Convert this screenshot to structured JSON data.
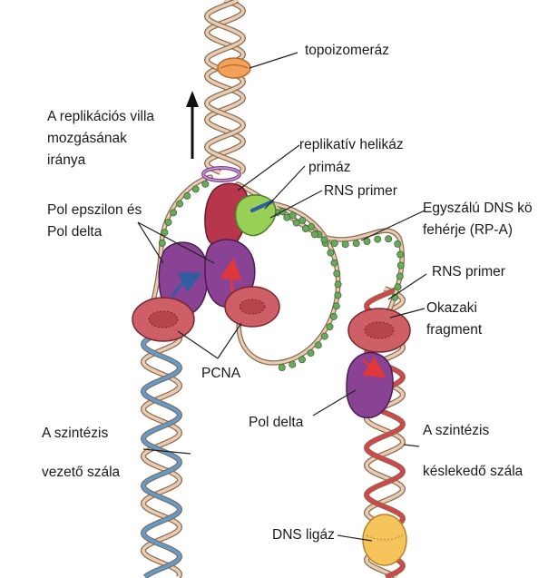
{
  "colors": {
    "backbone_tan": "#e7cdb4",
    "backbone_dark": "#8c6a4f",
    "leading_blue": "#5b9ed6",
    "lagging_red": "#d9434b",
    "pcna": "#cf5f67",
    "polymerase": "#8a4294",
    "helicase": "#b8364b",
    "primase": "#98cf57",
    "topoisomerase": "#f2a15a",
    "rpa_dots": "#6aa85d",
    "ligase": "#f6c45c"
  },
  "labels": {
    "topoisomerase": "topoizomeráz",
    "fork_direction": [
      "A replikációs villa",
      "mozgásának",
      "iránya"
    ],
    "helicase": "replikatív helikáz",
    "primase": "primáz",
    "rna_primer_top": "RNS primer",
    "ssb": [
      "Egyszálú DNS kö",
      "fehérje (RP-A)"
    ],
    "pol_eps_delta": [
      "Pol epszilon és",
      "Pol delta"
    ],
    "rna_primer_right": "RNS primer",
    "okazaki": [
      "Okazaki",
      "fragment"
    ],
    "pcna": "PCNA",
    "pol_delta": "Pol delta",
    "leading": [
      "A szintézis",
      "vezető szála"
    ],
    "lagging": [
      "A szintézis",
      "késlekedő szála"
    ],
    "ligase": "DNS ligáz"
  },
  "icons": [
    "arrow-up-icon"
  ]
}
